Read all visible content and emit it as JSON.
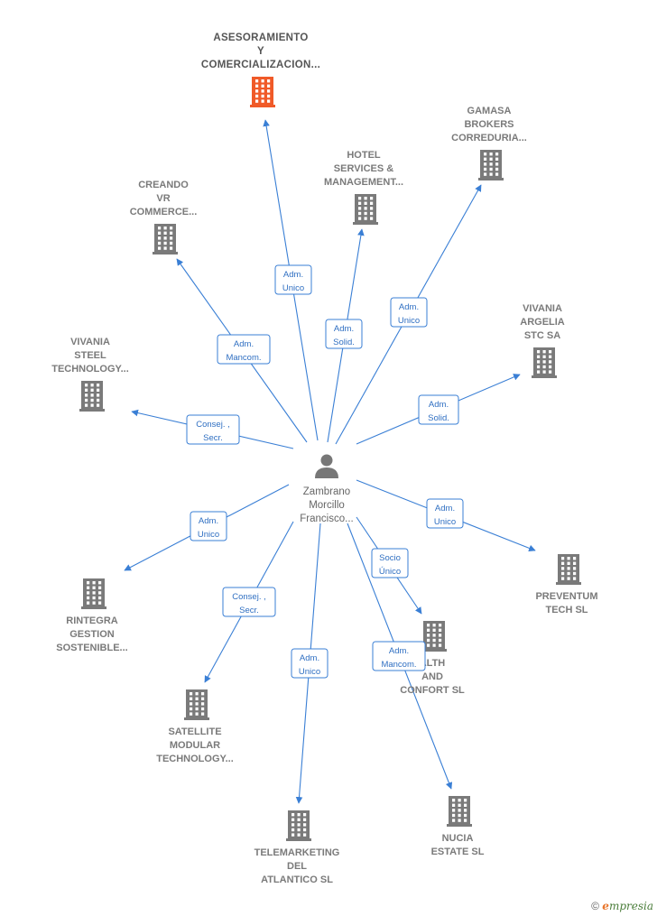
{
  "center": {
    "name_lines": [
      "Zambrano",
      "Morcillo",
      "Francisco..."
    ],
    "icon": "person-icon"
  },
  "colors": {
    "edge": "#3a7fd5",
    "building": "#7a7a7a",
    "building_focus": "#f05a28"
  },
  "companies": [
    {
      "id": "asesoramiento",
      "name_lines": [
        "ASESORAMIENTO",
        "Y",
        "COMERCIALIZACION..."
      ],
      "focus": true,
      "relation_lines": [
        "Adm.",
        "Unico"
      ]
    },
    {
      "id": "gamasa",
      "name_lines": [
        "GAMASA",
        "BROKERS",
        "CORREDURIA..."
      ],
      "focus": false,
      "relation_lines": [
        "Adm.",
        "Unico"
      ]
    },
    {
      "id": "hotel",
      "name_lines": [
        "HOTEL",
        "SERVICES &",
        "MANAGEMENT..."
      ],
      "focus": false,
      "relation_lines": [
        "Adm.",
        "Solid."
      ]
    },
    {
      "id": "creando",
      "name_lines": [
        "CREANDO",
        "VR",
        "COMMERCE..."
      ],
      "focus": false,
      "relation_lines": [
        "Adm.",
        "Mancom."
      ]
    },
    {
      "id": "vivania-argelia",
      "name_lines": [
        "VIVANIA",
        "ARGELIA",
        "STC SA"
      ],
      "focus": false,
      "relation_lines": [
        "Adm.",
        "Solid."
      ]
    },
    {
      "id": "vivania-steel",
      "name_lines": [
        "VIVANIA",
        "STEEL",
        "TECHNOLOGY..."
      ],
      "focus": false,
      "relation_lines": [
        "Consej. ,",
        "Secr."
      ]
    },
    {
      "id": "preventum",
      "name_lines": [
        "PREVENTUM",
        "TECH SL"
      ],
      "focus": false,
      "relation_lines": [
        "Adm.",
        "Unico"
      ]
    },
    {
      "id": "rintegra",
      "name_lines": [
        "RINTEGRA",
        "GESTION",
        "SOSTENIBLE..."
      ],
      "focus": false,
      "relation_lines": [
        "Adm.",
        "Unico"
      ]
    },
    {
      "id": "health",
      "name_lines": [
        "ALTH",
        "AND",
        "CONFORT SL"
      ],
      "focus": false,
      "relation_lines": [
        "Socio",
        "Único"
      ]
    },
    {
      "id": "satellite",
      "name_lines": [
        "SATELLITE",
        "MODULAR",
        "TECHNOLOGY..."
      ],
      "focus": false,
      "relation_lines": [
        "Consej. ,",
        "Secr."
      ]
    },
    {
      "id": "telemarketing",
      "name_lines": [
        "TELEMARKETING",
        "DEL",
        "ATLANTICO SL"
      ],
      "focus": false,
      "relation_lines": [
        "Adm.",
        "Unico"
      ]
    },
    {
      "id": "nucia",
      "name_lines": [
        "NUCIA",
        "ESTATE SL"
      ],
      "focus": false,
      "relation_lines": [
        "Adm.",
        "Mancom."
      ]
    }
  ],
  "footer": {
    "copyright": "©",
    "brand_initial": "e",
    "brand_rest": "mpresia"
  }
}
